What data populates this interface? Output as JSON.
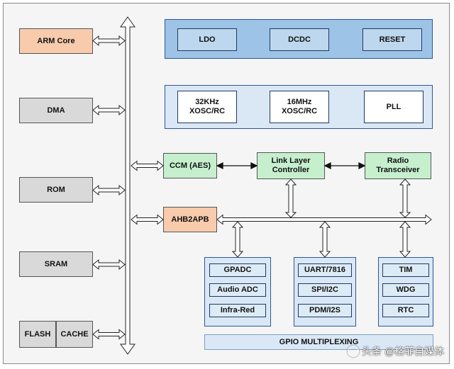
{
  "left_blocks": {
    "arm_core": "ARM Core",
    "dma": "DMA",
    "rom": "ROM",
    "sram": "SRAM",
    "flash": "FLASH",
    "cache": "CACHE"
  },
  "power": {
    "ldo": "LDO",
    "dcdc": "DCDC",
    "reset": "RESET"
  },
  "clocks": {
    "xosc32": "32KHz\nXOSC/RC",
    "xosc16": "16MHz\nXOSC/RC",
    "pll": "PLL"
  },
  "core": {
    "ccm": "CCM (AES)",
    "link_layer": "Link Layer\nController",
    "radio": "Radio\nTransceiver",
    "ahb2apb": "AHB2APB"
  },
  "peripherals": {
    "group1": [
      "GPADC",
      "Audio ADC",
      "Infra-Red"
    ],
    "group2": [
      "UART/7816",
      "SPI/I2C",
      "PDM/I2S"
    ],
    "group3": [
      "TIM",
      "WDG",
      "RTC"
    ]
  },
  "gpio": "GPIO MULTIPLEXING",
  "watermark": "头条 @格菲自媒体",
  "colors": {
    "orange": "#f8cbad",
    "gray": "#d9d9d9",
    "green": "#c6efce",
    "blue": "#9dc3e6",
    "light_blue": "#dae8f6"
  }
}
